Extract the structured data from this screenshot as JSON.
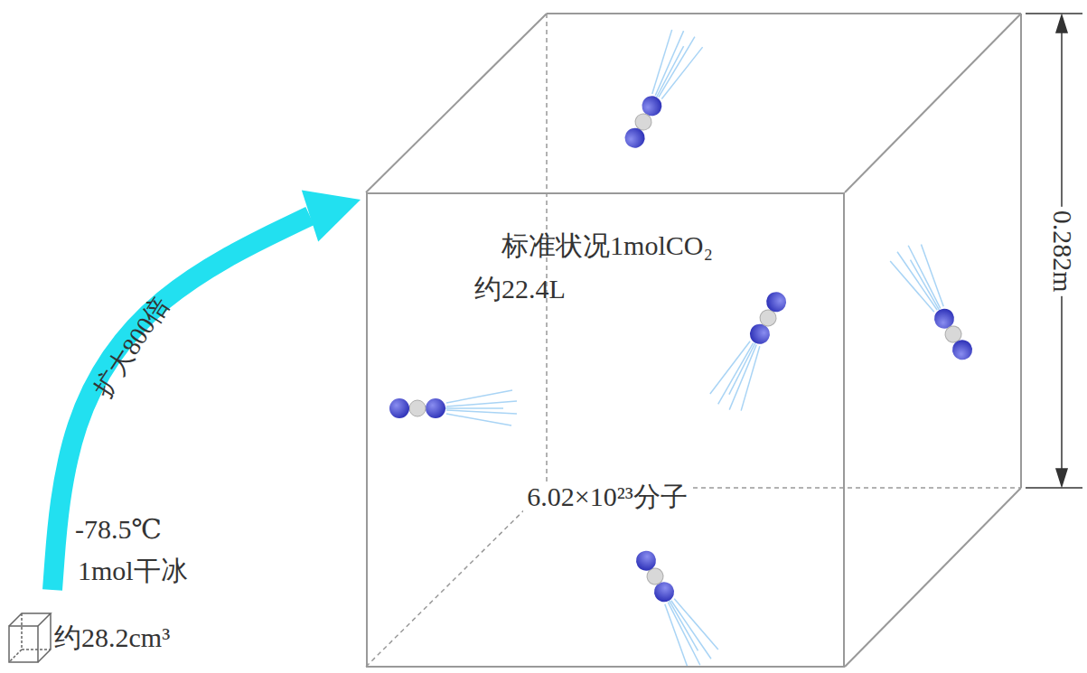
{
  "diagram": {
    "nodes": [
      {
        "text": [
          "-78.5℃",
          "1mol干冰",
          "约28.2cm³"
        ]
      },
      {
        "text": [
          "标准状况1molCO₂",
          "约22.4L",
          "6.02×10²³分子"
        ]
      }
    ],
    "edges": [
      {
        "from": 0,
        "to": 1,
        "arrow": "to",
        "label": "扩大800倍"
      }
    ],
    "labels": [
      "0.282m"
    ]
  }
}
